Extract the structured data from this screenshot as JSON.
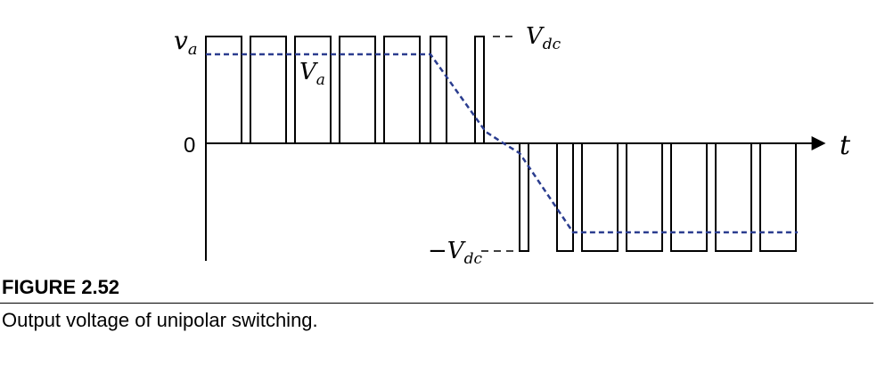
{
  "diagram": {
    "axis_y_label_main": "v",
    "axis_y_label_sub": "a",
    "axis_x_label": "t",
    "origin_label": "0",
    "vdc_label_main": "V",
    "vdc_label_sub": "dc",
    "neg_vdc_label_main": "−V",
    "neg_vdc_label_sub": "dc",
    "avg_label_main": "V",
    "avg_label_sub": "a",
    "colors": {
      "pulse": "#000000",
      "average": "#2b3d8f"
    }
  },
  "caption": {
    "figure_number": "FIGURE 2.52",
    "text": "Output voltage of unipolar switching."
  }
}
